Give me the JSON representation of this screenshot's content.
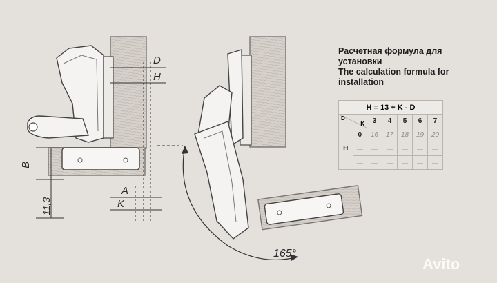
{
  "heading": {
    "ru_line1": "Расчетная формула для",
    "ru_line2": "установки",
    "en_line1": "The calculation formula for",
    "en_line2": "installation"
  },
  "table": {
    "formula": "H = 13 + K - D",
    "corner_d": "D",
    "corner_k": "K",
    "k_values": [
      "3",
      "4",
      "5",
      "6",
      "7"
    ],
    "d_value": "0",
    "row_label": "H",
    "h_values": [
      "16",
      "17",
      "18",
      "19",
      "20"
    ],
    "dash": "—"
  },
  "labels": {
    "D": "D",
    "H": "H",
    "B": "B",
    "A": "A",
    "K": "K",
    "dim_113": "11,3",
    "angle": "165°"
  },
  "watermark": "Avito"
}
